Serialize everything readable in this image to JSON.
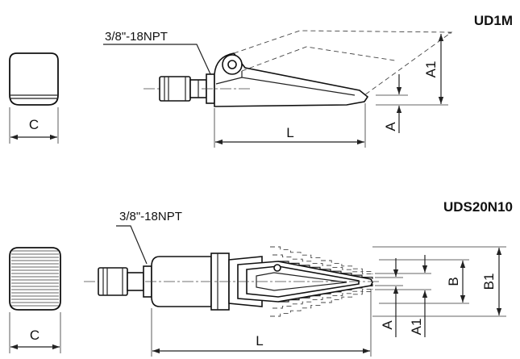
{
  "top": {
    "model": "UD1M",
    "thread": "3/8\"-18NPT",
    "dims": {
      "c": "C",
      "l": "L",
      "a": "A",
      "a1": "A1"
    }
  },
  "bottom": {
    "model": "UDS20N10",
    "thread": "3/8\"-18NPT",
    "dims": {
      "c": "C",
      "l": "L",
      "a": "A",
      "a1": "A1",
      "b": "B",
      "b1": "B1"
    }
  }
}
